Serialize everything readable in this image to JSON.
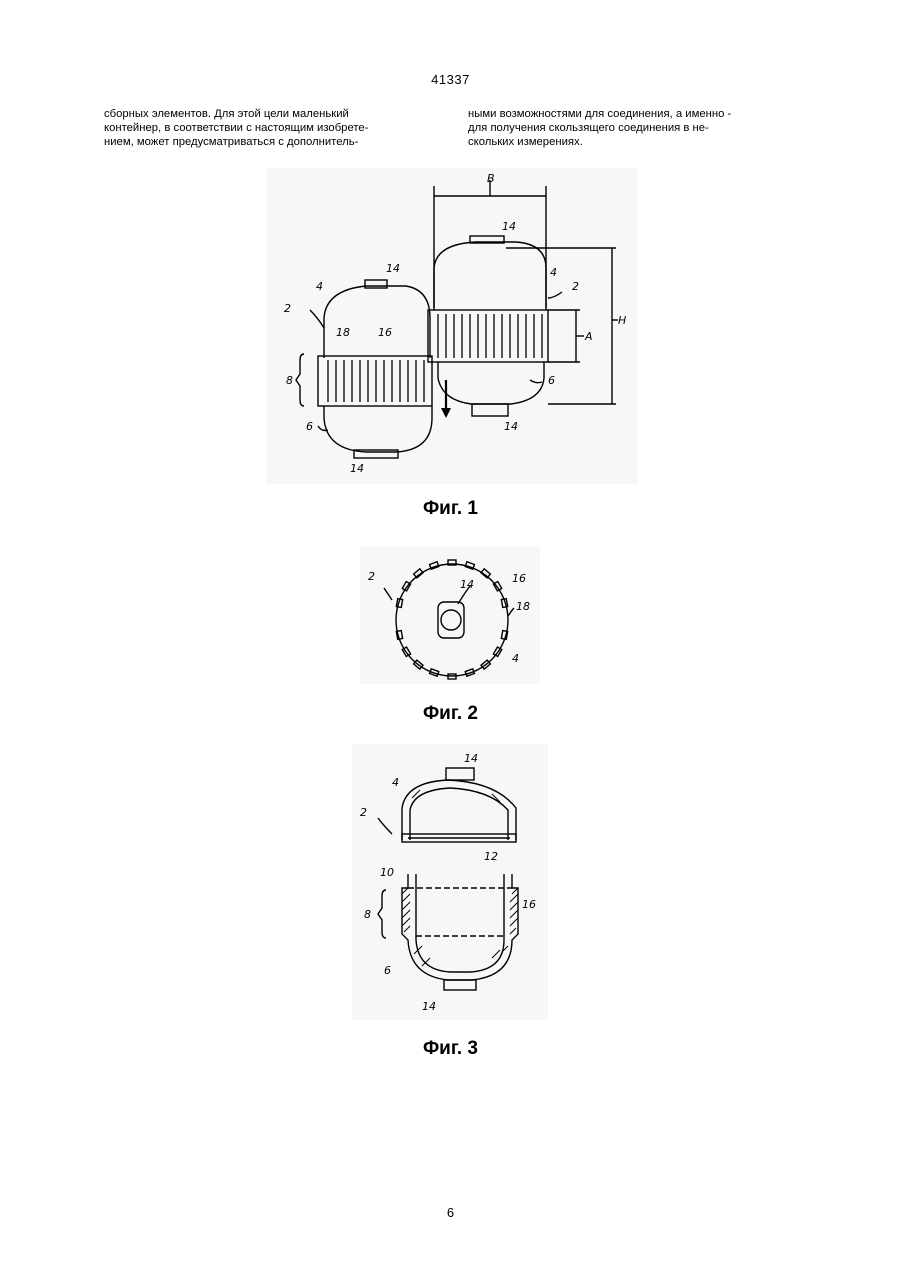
{
  "page": {
    "header_number": "41337",
    "footer_number": "6"
  },
  "text": {
    "left_lines": [
      "сборных элементов. Для этой цели маленький",
      "контейнер, в соответствии с настоящим изобрете-",
      "нием, может предусматриваться с дополнитель-"
    ],
    "right_lines": [
      "ными возможностями для соединения, а именно -",
      "для получения скользящего соединения в не-",
      "скольких измерениях."
    ]
  },
  "figures": {
    "fig1": {
      "caption": "Фиг. 1",
      "labels": {
        "B": "B",
        "H": "H",
        "A": "A",
        "n14_top_right": "14",
        "n4_right": "4",
        "n2_right": "2",
        "n6_right": "6",
        "n14_bottom_right": "14",
        "n14_top_left": "14",
        "n4_left": "4",
        "n2_left": "2",
        "n18": "18",
        "n16": "16",
        "n8": "8",
        "n6_left": "6",
        "n14_bottom_left": "14"
      }
    },
    "fig2": {
      "caption": "Фиг. 2",
      "labels": {
        "n2": "2",
        "n14": "14",
        "n16": "16",
        "n18": "18",
        "n4": "4"
      }
    },
    "fig3": {
      "caption": "Фиг. 3",
      "labels": {
        "n14_top": "14",
        "n4": "4",
        "n2": "2",
        "n12": "12",
        "n10": "10",
        "n8": "8",
        "n16": "16",
        "n6": "6",
        "n14_bottom": "14"
      }
    }
  }
}
